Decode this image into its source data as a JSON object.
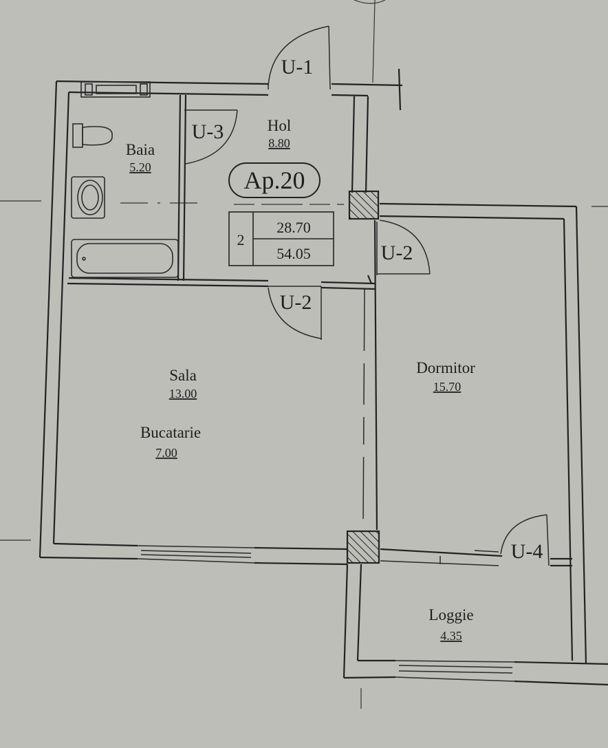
{
  "apartment": {
    "label": "Ap.20"
  },
  "info": {
    "rooms": "2",
    "living_area": "28.70",
    "total_area": "54.05"
  },
  "rooms": {
    "hol": {
      "name": "Hol",
      "area": "8.80"
    },
    "baia": {
      "name": "Baia",
      "area": "5.20"
    },
    "sala": {
      "name": "Sala",
      "area": "13.00"
    },
    "bucatarie": {
      "name": "Bucatarie",
      "area": "7.00"
    },
    "dormitor": {
      "name": "Dormitor",
      "area": "15.70"
    },
    "loggie": {
      "name": "Loggie",
      "area": "4.35"
    }
  },
  "doors": {
    "u1": "U-1",
    "u3": "U-3",
    "u2_hall": "U-2",
    "u2_sala": "U-2",
    "u4": "U-4"
  },
  "colors": {
    "paper": "#b9bab4",
    "ink": "#222222"
  }
}
